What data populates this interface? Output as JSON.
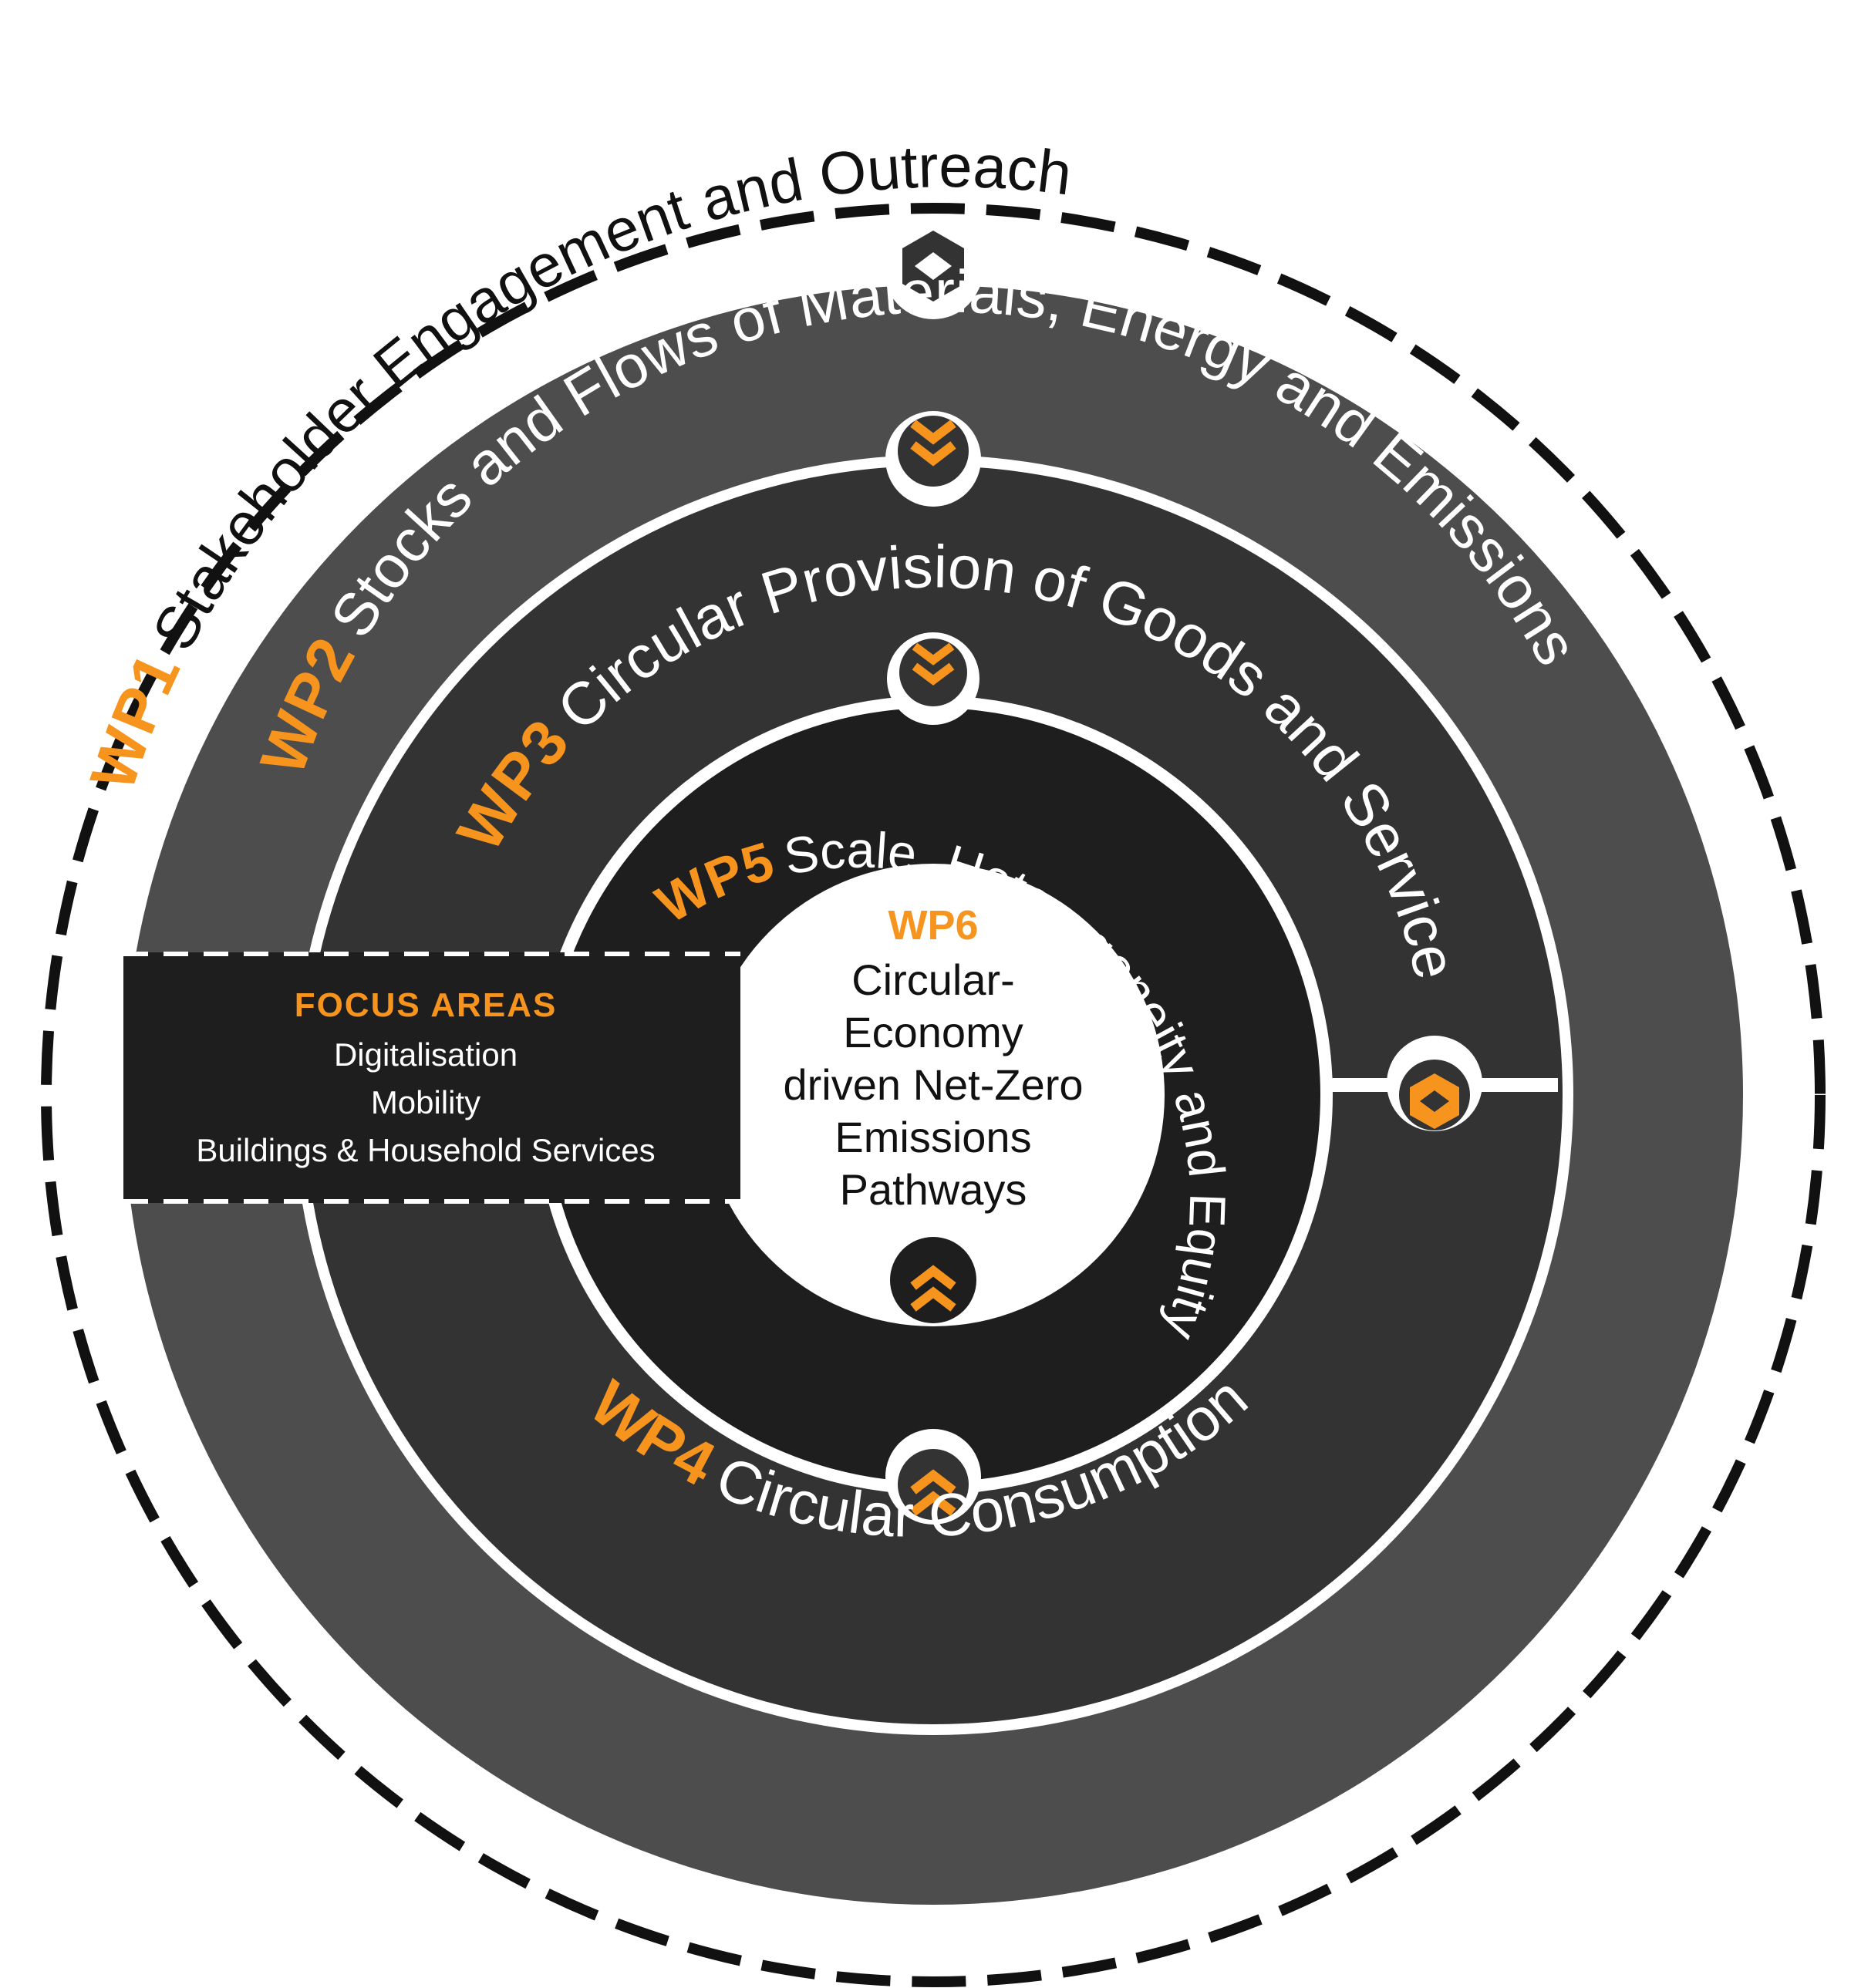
{
  "diagram": {
    "colors": {
      "accent": "#f7941d",
      "ring_wp1": "#4d4d4d",
      "ring_wp2_wp4": "#333333",
      "ring_wp5": "#1e1e1e",
      "center": "#ffffff",
      "dashed_border": "#111111"
    },
    "wp1": {
      "tag": "WP1",
      "label": "Stakeholder Engagement and Outreach"
    },
    "wp2": {
      "tag": "WP2",
      "label": "Stocks and Flows of Materials, Energy and Emissions"
    },
    "wp3": {
      "tag": "WP3",
      "label": "Circular Provision of Goods and Services"
    },
    "wp4": {
      "tag": "WP4",
      "label": "Circular Consumption"
    },
    "wp5": {
      "tag": "WP5",
      "label": "Scale, Heterogeneity and Equity in the Circular Economy"
    },
    "wp6": {
      "tag": "WP6",
      "lines": [
        "Circular-",
        "Economy",
        "driven Net-Zero",
        "Emissions",
        "Pathways"
      ]
    },
    "focus_areas": {
      "title": "FOCUS AREAS",
      "items": [
        "Digitalisation",
        "Mobility",
        "Buildings & Household Services"
      ]
    },
    "icons": {
      "wp1_connector": "hexagon-diamond-icon",
      "wp2_connector": "double-chevron-down-icon",
      "wp3_connector": "double-chevron-down-icon",
      "wp4_connector": "double-chevron-up-icon",
      "wp6_connector": "double-chevron-up-icon",
      "right_connector": "hexagon-diamond-icon"
    }
  }
}
